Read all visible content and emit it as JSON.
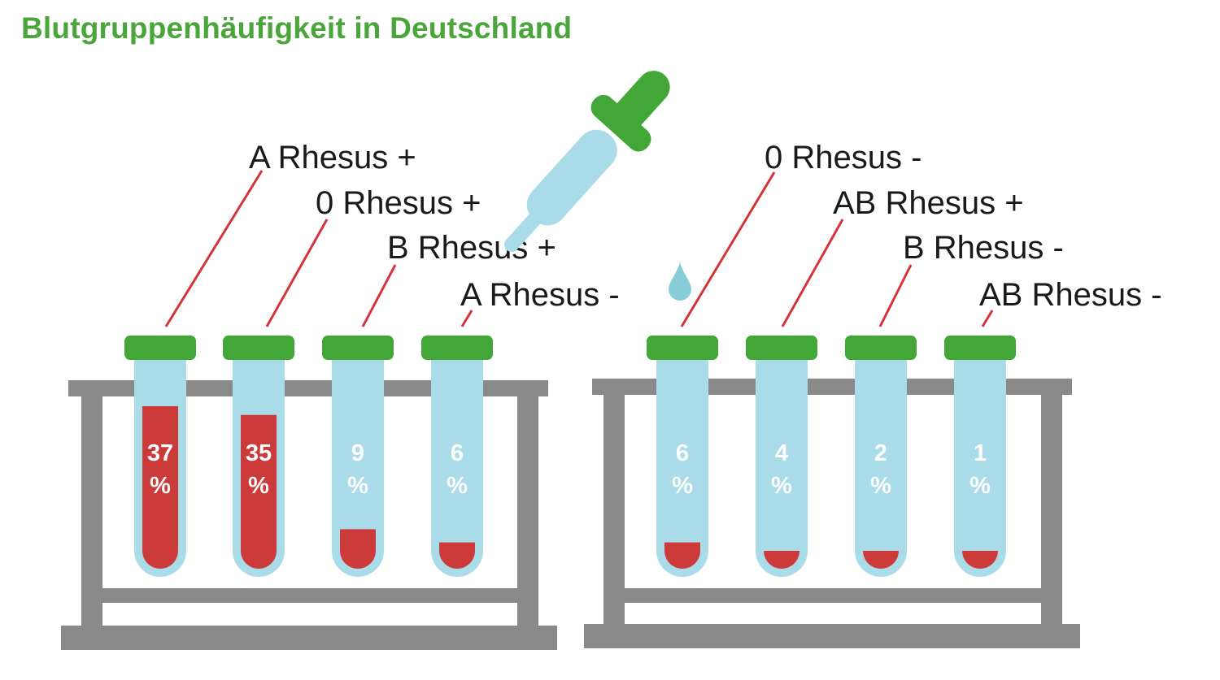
{
  "title": "Blutgruppenhäufigkeit in Deutschland",
  "colors": {
    "title": "#4aa53a",
    "cap": "#43a737",
    "tube": "#a9dbe9",
    "blood": "#cd3a3a",
    "rack": "#8a8a8a",
    "leader": "#d5333a",
    "dropper": "#a9dbe9",
    "drop": "#87ccd8"
  },
  "chart_data": {
    "type": "bar",
    "title": "Blutgruppenhäufigkeit in Deutschland",
    "unit": "%",
    "categories": [
      "A Rhesus +",
      "0 Rhesus +",
      "B Rhesus +",
      "A Rhesus -",
      "0 Rhesus -",
      "AB Rhesus +",
      "B Rhesus -",
      "AB Rhesus -"
    ],
    "values": [
      37,
      35,
      9,
      6,
      6,
      4,
      2,
      1
    ],
    "value_labels": [
      "37",
      "35",
      "9",
      "6",
      "6",
      "4",
      "2",
      "1"
    ],
    "percent_sign": "%",
    "groups": [
      {
        "rack": "left",
        "members": [
          "A Rhesus +",
          "0 Rhesus +",
          "B Rhesus +",
          "A Rhesus -"
        ]
      },
      {
        "rack": "right",
        "members": [
          "0 Rhesus -",
          "AB Rhesus +",
          "B Rhesus -",
          "AB Rhesus -"
        ]
      }
    ],
    "ylim": [
      0,
      37
    ]
  },
  "icons": {
    "rack": "test-tube-rack-icon",
    "tube": "test-tube-icon",
    "dropper": "pipette-icon",
    "drop": "blood-drop-icon"
  }
}
